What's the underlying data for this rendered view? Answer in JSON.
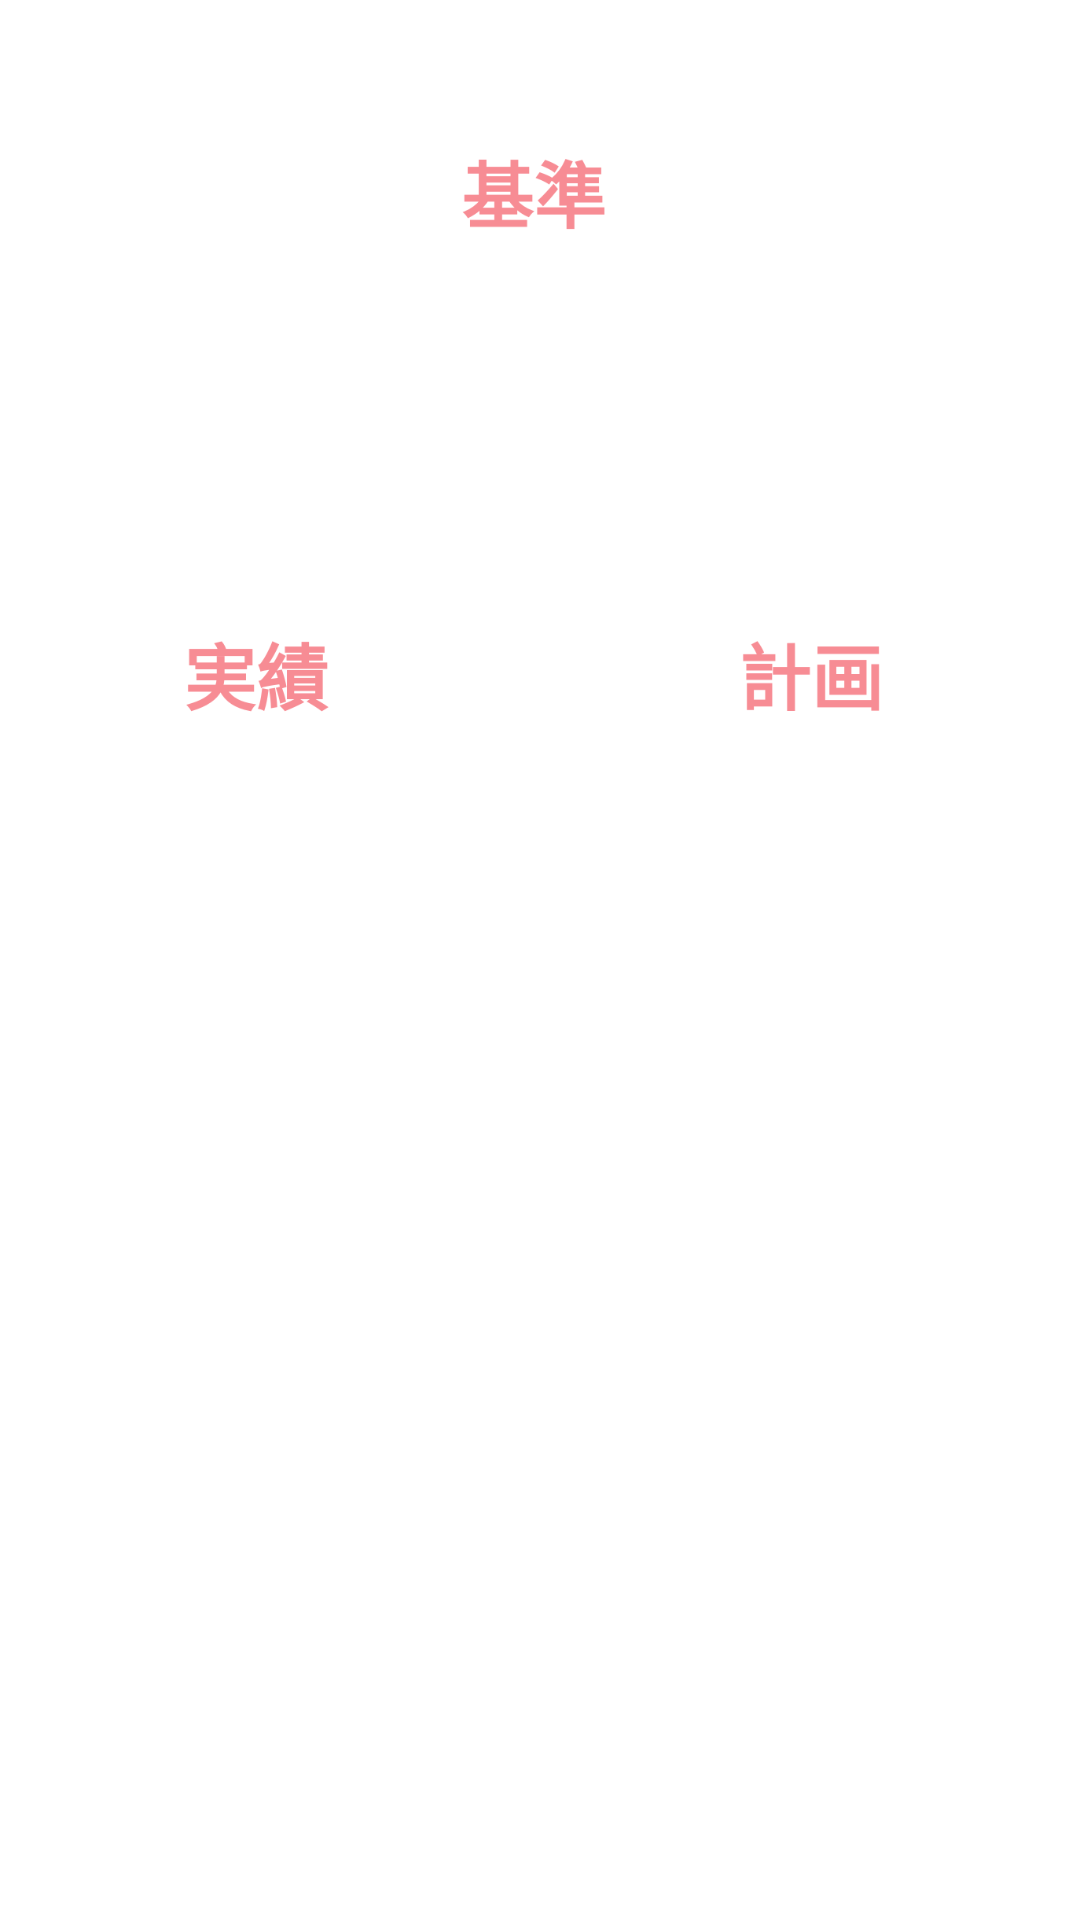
{
  "labels": {
    "top": "基準",
    "left": "実績",
    "right": "計画"
  },
  "colors": {
    "label": "#f78c94",
    "background": "#ffffff"
  }
}
